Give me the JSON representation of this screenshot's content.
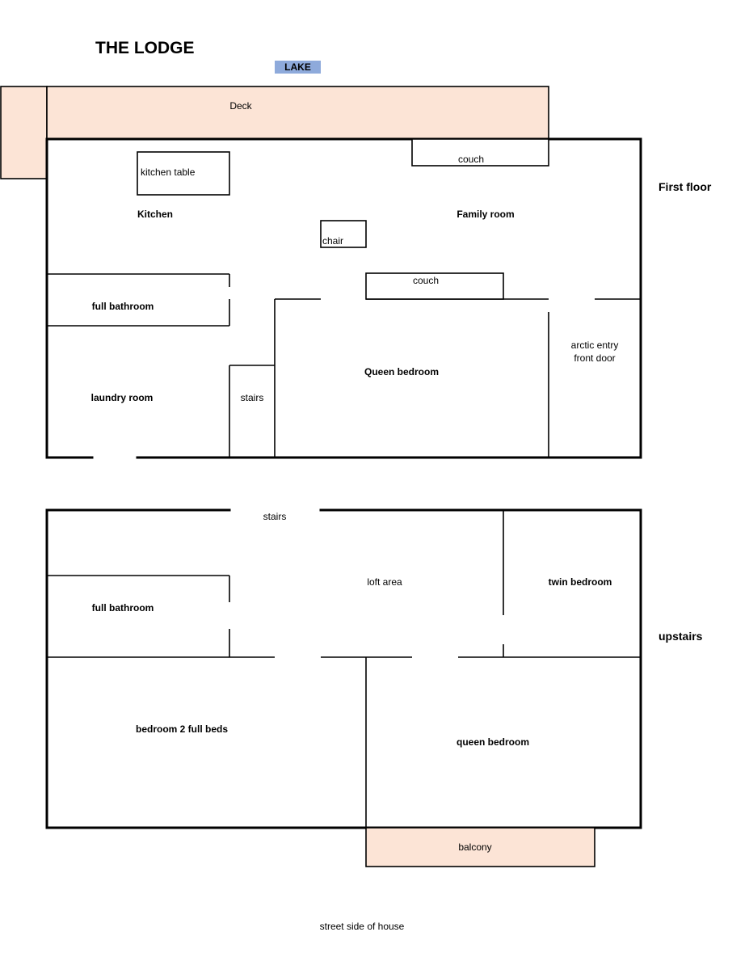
{
  "title": "THE LODGE",
  "lake": {
    "label": "LAKE",
    "color": "#8eaadb"
  },
  "deck_color": "#fce4d6",
  "first_floor": {
    "label": "First floor",
    "deck": "Deck",
    "kitchen_table": "kitchen table",
    "kitchen": "Kitchen",
    "chair": "chair",
    "couch_top": "couch",
    "family_room": "Family room",
    "couch_mid": "couch",
    "full_bathroom": "full bathroom",
    "laundry_room": "laundry room",
    "stairs": "stairs",
    "queen_bedroom": "Queen bedroom",
    "arctic_entry_line1": "arctic entry",
    "arctic_entry_line2": "front door"
  },
  "upstairs": {
    "label": "upstairs",
    "stairs": "stairs",
    "loft_area": "loft area",
    "twin_bedroom": "twin bedroom",
    "full_bathroom": "full bathroom",
    "bedroom_2": "bedroom 2 full beds",
    "queen_bedroom": "queen bedroom",
    "balcony": "balcony"
  },
  "street_side": "street side of house"
}
